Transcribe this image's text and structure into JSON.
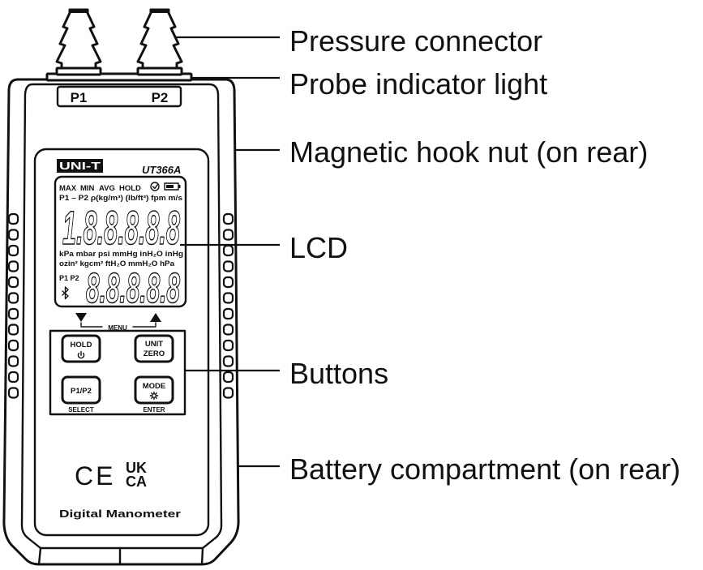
{
  "callouts": {
    "pressure_connector": "Pressure connector",
    "probe_indicator_light": "Probe indicator light",
    "magnetic_hook_nut": "Magnetic hook nut (on rear)",
    "lcd": "LCD",
    "buttons": "Buttons",
    "battery_compartment": "Battery compartment (on rear)"
  },
  "device": {
    "port_labels": {
      "p1": "P1",
      "p2": "P2"
    },
    "brand": "UNI-T",
    "model": "UT366A",
    "lcd": {
      "indicators": [
        "MAX",
        "MIN",
        "AVG",
        "HOLD"
      ],
      "mode_row": "P1 – P2 ρ(kg/m³) (lb/ft³) fpm m/s",
      "main_reading": "1.8.8.8.8.8",
      "units_row_1": "kPa mbar psi mmHg inH₂O inHg",
      "units_row_2": "ozin² kgcm² ftH₂O mmH₂O hPa",
      "port_row": "P1 P2",
      "secondary_reading": "8.8.8.8.8"
    },
    "menu_label": "MENU",
    "buttons": {
      "hold": {
        "label": "HOLD",
        "icon": "power-icon"
      },
      "unit_zero": {
        "line1": "UNIT",
        "line2": "ZERO"
      },
      "p1_p2": {
        "label": "P1/P2"
      },
      "mode": {
        "label": "MODE",
        "icon": "sun-icon"
      }
    },
    "button_captions": {
      "select": "SELECT",
      "enter": "ENTER"
    },
    "certification_marks": {
      "ce": "CE",
      "ukca_top": "UK",
      "ukca_bottom": "CA"
    },
    "product_name": "Digital Manometer"
  },
  "icons": {
    "lcd_timer": "auto-off-timer-icon",
    "lcd_battery": "battery-icon",
    "lcd_bluetooth": "bluetooth-icon",
    "menu_left": "down-triangle-icon",
    "menu_right": "up-triangle-icon"
  },
  "colors": {
    "ink": "#111111",
    "background": "#ffffff"
  }
}
